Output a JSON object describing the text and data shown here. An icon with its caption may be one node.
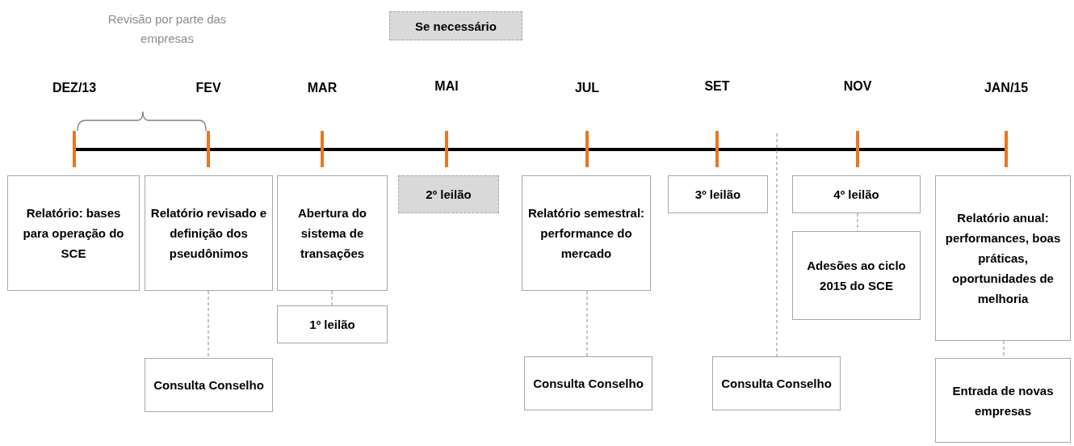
{
  "diagram": {
    "nodes": [
      {
        "text": [
          "Se necessário"
        ]
      },
      {
        "text": [
          "Relatório: bases para operação do SCE"
        ]
      },
      {
        "text": [
          "Relatório revisado e definição dos pseudônimos"
        ]
      },
      {
        "text": [
          "Abertura do sistema de transações"
        ]
      },
      {
        "text": [
          "2º leilão"
        ]
      },
      {
        "text": [
          "Relatório semestral: performance do mercado"
        ]
      },
      {
        "text": [
          "3º leilão"
        ]
      },
      {
        "text": [
          "4º leilão"
        ]
      },
      {
        "text": [
          "Relatório anual: performances, boas práticas, oportunidades de melhoria"
        ]
      },
      {
        "text": [
          "1º leilão"
        ]
      },
      {
        "text": [
          "Adesões ao ciclo 2015 do SCE"
        ]
      },
      {
        "text": [
          "Consulta Conselho"
        ]
      },
      {
        "text": [
          "Consulta Conselho"
        ]
      },
      {
        "text": [
          "Consulta Conselho"
        ]
      },
      {
        "text": [
          "Entrada de novas empresas"
        ]
      }
    ],
    "edges": [
      {
        "from": 2,
        "to": 11,
        "arrow": "none",
        "style": "dashed"
      },
      {
        "from": 3,
        "to": 9,
        "arrow": "none",
        "style": "dashed"
      },
      {
        "from": 5,
        "to": 12,
        "arrow": "none",
        "style": "dashed"
      },
      {
        "from": null,
        "to": 13,
        "arrow": "none",
        "style": "dashed"
      },
      {
        "from": 7,
        "to": 10,
        "arrow": "none",
        "style": "dashed"
      },
      {
        "from": 8,
        "to": 14,
        "arrow": "none",
        "style": "dashed"
      }
    ],
    "labels": [
      "Revisão por parte das empresas",
      "DEZ/13",
      "FEV",
      "MAR",
      "MAI",
      "JUL",
      "SET",
      "NOV",
      "JAN/15"
    ]
  }
}
